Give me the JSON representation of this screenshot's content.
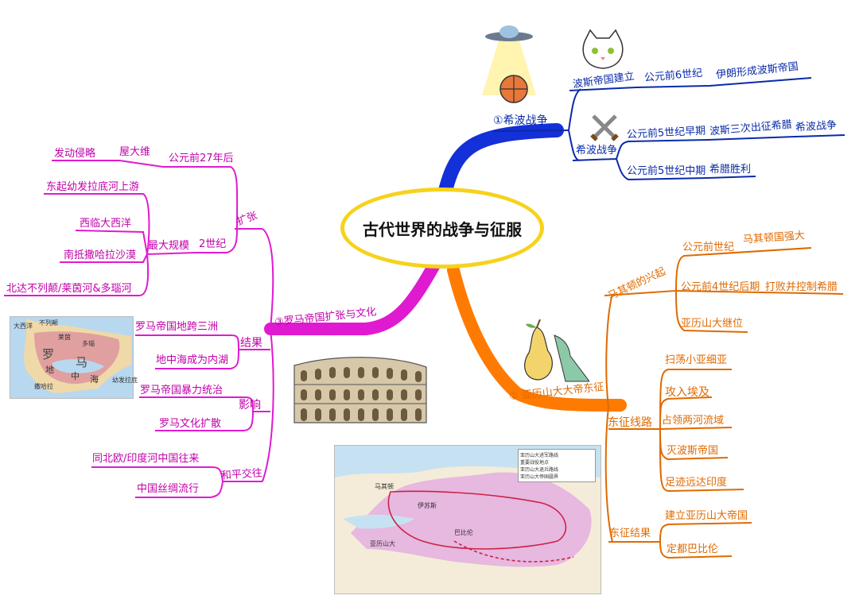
{
  "title": "古代世界的战争与征服",
  "branch1": {
    "label": "①希波战争",
    "children": [
      {
        "label": "波斯帝国建立",
        "detail": "公元前6世纪",
        "sub": "伊朗形成波斯帝国"
      },
      {
        "label": "希波战争",
        "items": [
          {
            "time": "公元前5世纪早期",
            "event": "波斯三次出征希腊",
            "result": "希波战争"
          },
          {
            "time": "公元前5世纪中期",
            "event": "希腊胜利"
          }
        ]
      }
    ]
  },
  "branch2": {
    "label": "② 亚历山大大帝东征",
    "rise": {
      "label": "马其顿的兴起",
      "items": [
        {
          "time": "公元前世纪",
          "event": "马其顿国强大"
        },
        {
          "time": "公元前4世纪后期",
          "event": "打败并控制希腊"
        },
        {
          "time": "亚历山大继位"
        }
      ]
    },
    "route": {
      "label": "东征线路",
      "items": [
        "扫荡小亚细亚",
        "攻入埃及",
        "占领两河流域",
        "灭波斯帝国",
        "足迹远达印度"
      ]
    },
    "result": {
      "label": "东征结果",
      "items": [
        "建立亚历山大帝国",
        "定都巴比伦"
      ]
    }
  },
  "branch3": {
    "label": "③罗马帝国扩张与文化",
    "expand": {
      "label": "扩张",
      "items": [
        {
          "time": "公元前27年后",
          "event": "屋大维",
          "sub": "发动侵略"
        },
        {
          "time": "2世纪",
          "scope": "最大规模",
          "sub": [
            "东起幼发拉底河上游",
            "西临大西洋",
            "南抵撒哈拉沙漠",
            "北达不列颠/莱茵河&多瑙河"
          ]
        }
      ]
    },
    "outcome": {
      "label": "结果",
      "items": [
        "罗马帝国地跨三洲",
        "地中海成为内湖"
      ]
    },
    "impact": {
      "label": "影响",
      "items": [
        "罗马帝国暴力统治",
        "罗马文化扩散"
      ]
    },
    "peace": {
      "label": "和平交往",
      "items": [
        "同北欧/印度河中国往来",
        "中国丝绸流行"
      ]
    }
  },
  "small_map": {
    "labels": [
      "大西洋",
      "不列颠",
      "莱茵",
      "多瑙",
      "罗",
      "马",
      "地",
      "中",
      "海",
      "撒哈拉",
      "幼发拉底"
    ]
  },
  "big_map": {
    "legend": [
      "亚历山大进军路线",
      "重要战役地点",
      "亚历山大退兵路线",
      "亚历山大帝国疆界"
    ],
    "places": [
      "马其顿",
      "伊苏斯",
      "亚历山大",
      "巴比伦"
    ]
  },
  "colors": {
    "blue": "#0a2aa8",
    "magenta": "#e01ad0",
    "orange": "#ff7a00",
    "center": "#f7d21c"
  }
}
